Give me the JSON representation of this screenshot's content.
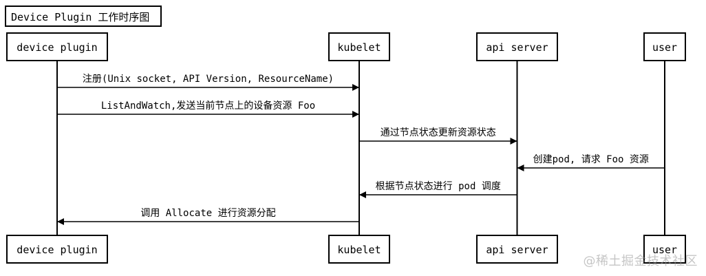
{
  "title": "Device Plugin 工作时序图",
  "participants": [
    {
      "id": "dp",
      "label": "device plugin"
    },
    {
      "id": "kb",
      "label": "kubelet"
    },
    {
      "id": "api",
      "label": "api server"
    },
    {
      "id": "user",
      "label": "user"
    }
  ],
  "messages": [
    {
      "from": "dp",
      "to": "kb",
      "label": "注册(Unix socket, API Version, ResourceName)"
    },
    {
      "from": "dp",
      "to": "kb",
      "label": "ListAndWatch,发送当前节点上的设备资源 Foo"
    },
    {
      "from": "kb",
      "to": "api",
      "label": "通过节点状态更新资源状态"
    },
    {
      "from": "user",
      "to": "api",
      "label": "创建pod, 请求 Foo 资源"
    },
    {
      "from": "api",
      "to": "kb",
      "label": "根据节点状态进行 pod 调度"
    },
    {
      "from": "kb",
      "to": "dp",
      "label": "调用 Allocate 进行资源分配"
    }
  ],
  "watermark": "@稀土掘金技术社区",
  "colors": {
    "line": "#000000",
    "background": "#ffffff",
    "watermark": "#9a9a9a"
  }
}
